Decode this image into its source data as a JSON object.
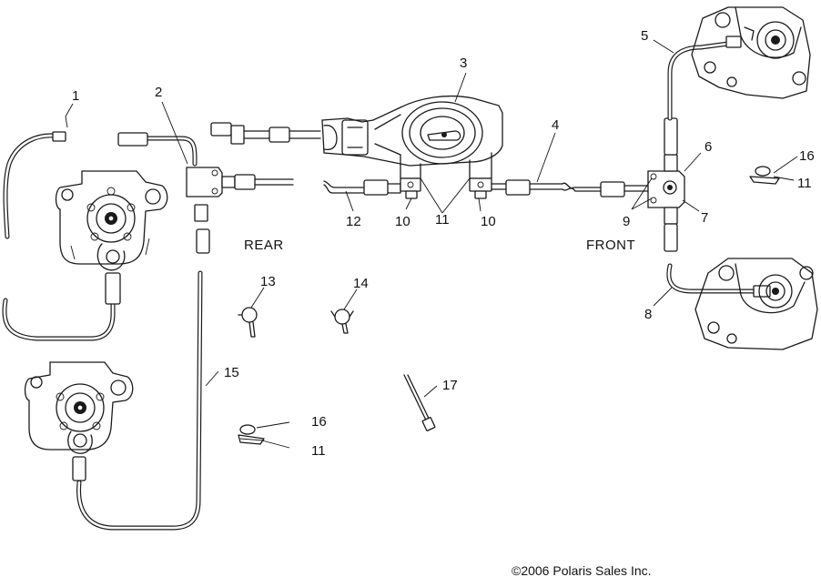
{
  "diagram": {
    "callouts": {
      "c1": "1",
      "c2": "2",
      "c3": "3",
      "c4": "4",
      "c5": "5",
      "c6": "6",
      "c7": "7",
      "c8": "8",
      "c9": "9",
      "c10a": "10",
      "c10b": "10",
      "c11a": "11",
      "c11b": "11",
      "c11c": "11",
      "c12": "12",
      "c13": "13",
      "c14": "14",
      "c15": "15",
      "c16a": "16",
      "c16b": "16",
      "c17": "17"
    },
    "zone_labels": {
      "rear": "REAR",
      "front": "FRONT"
    },
    "copyright": "©2006 Polaris Sales Inc."
  }
}
